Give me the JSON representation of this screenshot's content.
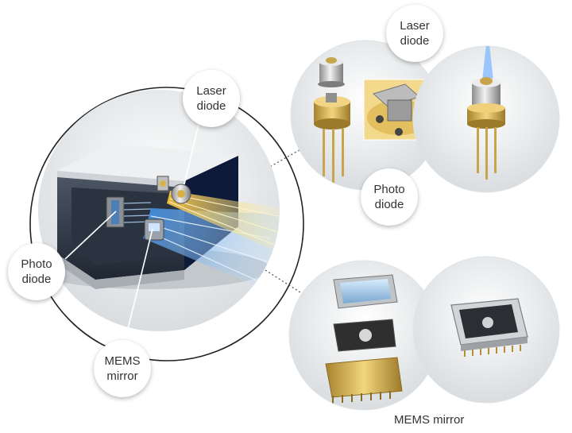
{
  "labels": {
    "main_laser": [
      "Laser",
      "diode"
    ],
    "main_photo": [
      "Photo",
      "diode"
    ],
    "main_mems": [
      "MEMS",
      "mirror"
    ],
    "detail_laser": [
      "Laser",
      "diode"
    ],
    "detail_photo": [
      "Photo",
      "diode"
    ],
    "mems_caption": "MEMS mirror"
  },
  "colors": {
    "accent_blue": "#5aa7f0",
    "beam_yellow": "#f0b21e",
    "gold": "#c9a44c",
    "dark_housing": "#2d3a4a"
  },
  "icons": [
    "laser-diode-can",
    "photodiode-can",
    "mems-chip",
    "mems-package"
  ]
}
